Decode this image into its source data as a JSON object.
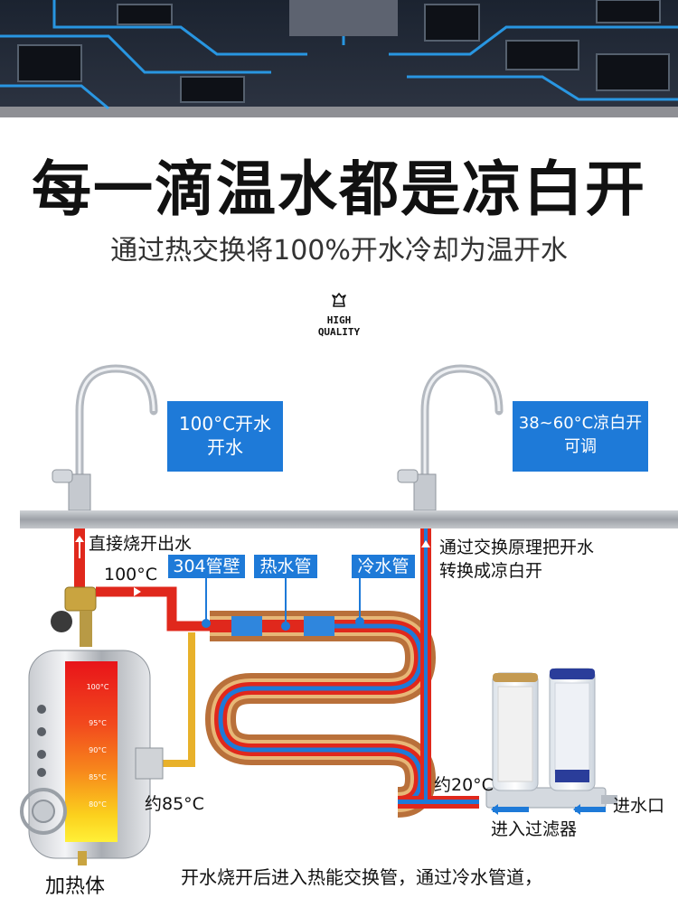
{
  "headline": "每一滴温水都是凉白开",
  "subline": "通过热交换将100%开水冷却为温开水",
  "badge": {
    "icon": "chess-king-icon",
    "text": "HIGH\nQUALITY"
  },
  "left_box": {
    "line1": "100°C开水",
    "line2": "开水"
  },
  "right_box": {
    "line1": "38~60°C凉白开",
    "line2": "可调"
  },
  "labels": {
    "direct_boil": "直接烧开出水",
    "temp_100": "100°C",
    "wall_304": "304管壁",
    "hot_pipe": "热水管",
    "cold_pipe": "冷水管",
    "exchange_1": "通过交换原理把开水",
    "exchange_2": "转换成凉白开",
    "temp_85": "约85°C",
    "temp_20": "约20°C",
    "inlet": "进水口",
    "filter": "进入过滤器",
    "heater": "加热体"
  },
  "tank_levels": [
    "100°C",
    "95°C",
    "90°C",
    "85°C",
    "80°C"
  ],
  "bottom_text": "开水烧开后进入热能交换管，通过冷水管道，",
  "colors": {
    "accent_blue": "#1e7ad8",
    "hot_red": "#e0281c",
    "pipe_copper": "#b9703a"
  }
}
